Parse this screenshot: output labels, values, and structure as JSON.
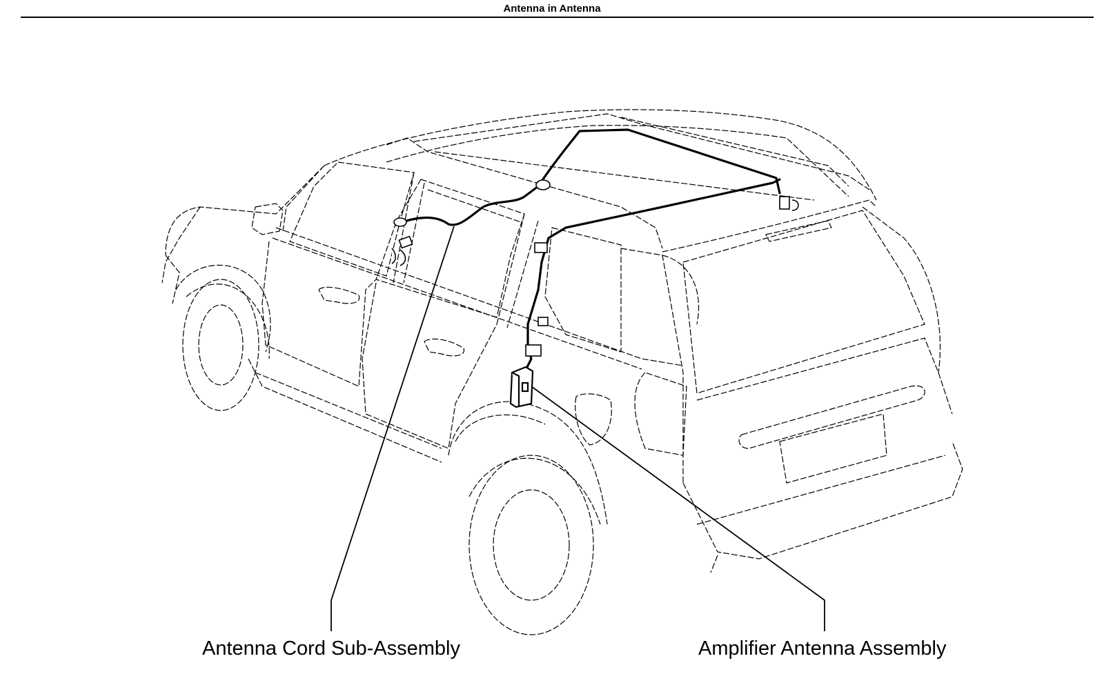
{
  "header": {
    "title": "Antenna in Antenna"
  },
  "diagram": {
    "subject": "vehicle-outline-rear-quarter-view",
    "callouts": [
      {
        "id": "antenna-cord",
        "label": "Antenna Cord Sub-Assembly"
      },
      {
        "id": "amplifier-antenna",
        "label": "Amplifier Antenna Assembly"
      }
    ],
    "colors": {
      "outline": "#000000",
      "cable": "#000000",
      "background": "#ffffff"
    }
  }
}
